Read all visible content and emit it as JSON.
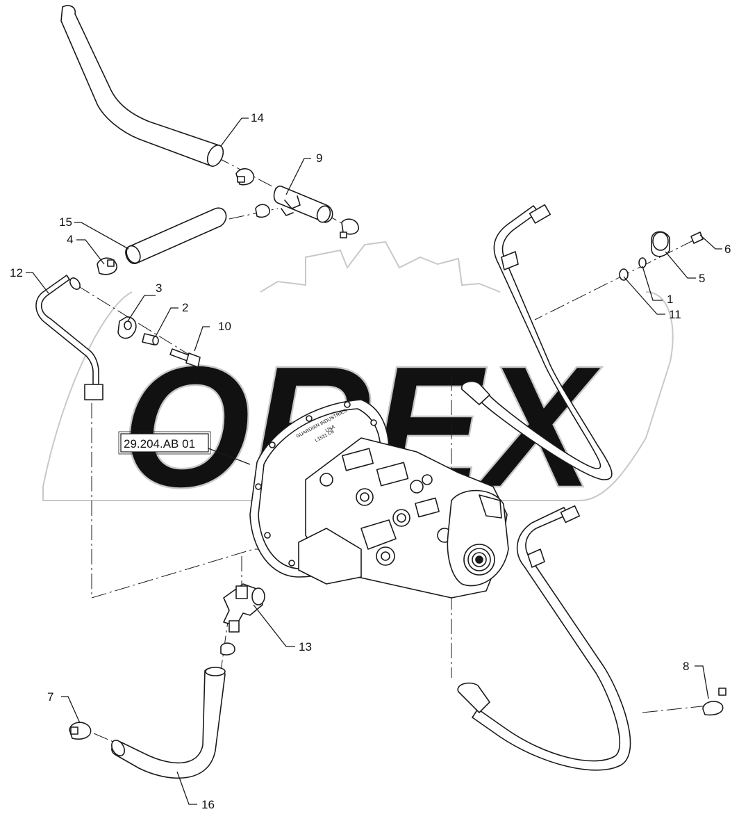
{
  "diagram": {
    "watermark": {
      "text": "OREX",
      "color": "#c8c8c8"
    },
    "reference_label": "29.204.AB 01",
    "callouts": [
      "1",
      "2",
      "3",
      "4",
      "5",
      "6",
      "7",
      "8",
      "9",
      "10",
      "11",
      "12",
      "13",
      "14",
      "15",
      "16"
    ],
    "pump_housing_text": [
      "GUARDIAN INDUSTRIES",
      "USA",
      "L1511 C8"
    ],
    "colors": {
      "line": "#1a1a1a",
      "watermark": "#c8c8c8"
    }
  }
}
